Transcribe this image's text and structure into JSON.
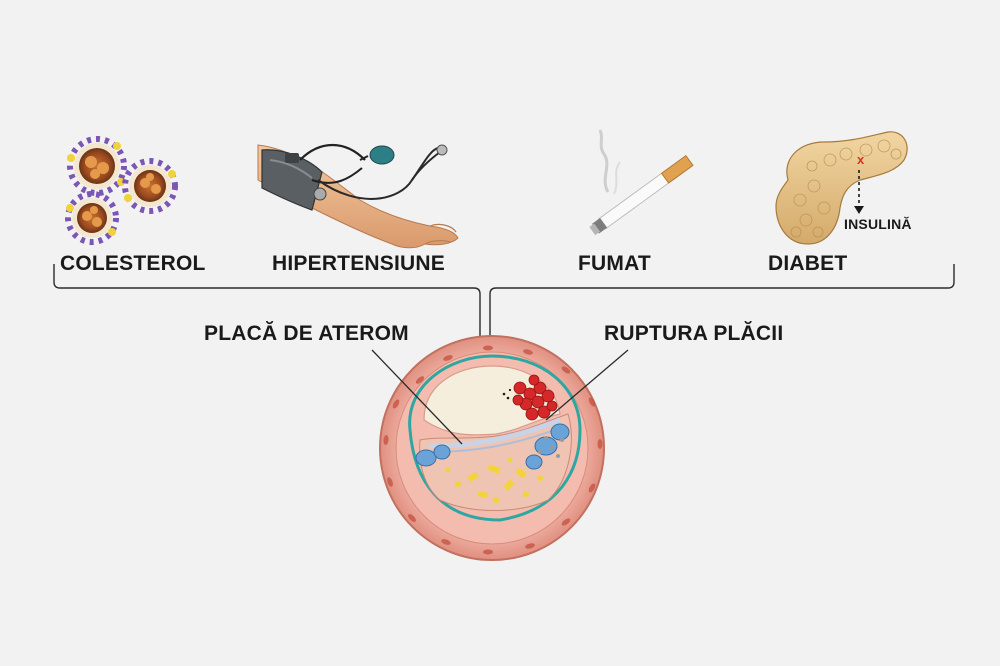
{
  "risk_factors": [
    {
      "label": "COLESTEROL",
      "icon": "cholesterol-particles-icon"
    },
    {
      "label": "HIPERTENSIUNE",
      "icon": "blood-pressure-cuff-icon"
    },
    {
      "label": "FUMAT",
      "icon": "cigarette-icon"
    },
    {
      "label": "DIABET",
      "icon": "pancreas-icon"
    }
  ],
  "pancreas_annotation": "INSULINĂ",
  "artery_labels": {
    "plaque": "PLACĂ DE ATEROM",
    "rupture": "RUPTURA PLĂCII"
  },
  "colors": {
    "background": "#f2f2f2",
    "bracket_line": "#2b2b2b",
    "artery_wall": "#e9a79a",
    "lumen": "#f6eedd",
    "inner_lining": "#2ea7a3",
    "blood_clot": "#d62828",
    "plaque_cells": "#6aa3d8",
    "fat_deposits": "#f2d43a",
    "insulin_block": "#e03020"
  }
}
